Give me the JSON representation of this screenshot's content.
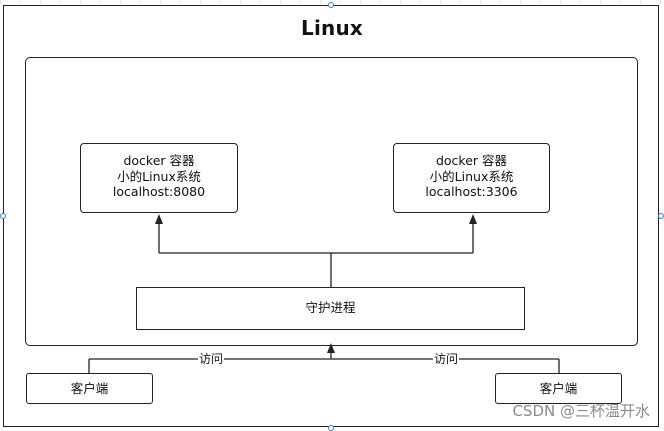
{
  "diagram": {
    "title": "Linux",
    "containers": [
      {
        "line1": "docker 容器",
        "line2": "小的Linux系统",
        "line3": "localhost:8080"
      },
      {
        "line1": "docker 容器",
        "line2": "小的Linux系统",
        "line3": "localhost:3306"
      }
    ],
    "daemon_label": "守护进程",
    "access_label_left": "访问",
    "access_label_right": "访问",
    "clients": [
      {
        "label": "客户端"
      },
      {
        "label": "客户端"
      }
    ]
  },
  "watermark": "CSDN @三杯温开水",
  "colors": {
    "stroke": "#222222",
    "selection_handle": "#3d7ad6",
    "watermark": "#8a8a8a"
  }
}
